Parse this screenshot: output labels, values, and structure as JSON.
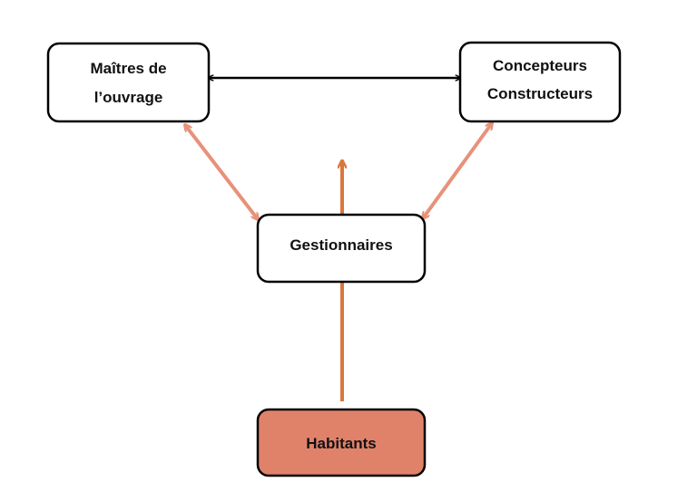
{
  "colors": {
    "background": "#ffffff",
    "box_border": "#000000",
    "box_fill": "#ffffff",
    "habitants_fill": "#e0826a",
    "black_arrow": "#000000",
    "salmon_arrow": "#e8917a",
    "orange_arrow": "#d9773d"
  },
  "nodes": {
    "maitres": {
      "line1": "Maîtres de",
      "line2": "l’ouvrage"
    },
    "concepteurs": {
      "line1": "Concepteurs",
      "line2": "Constructeurs"
    },
    "gestionnaires": {
      "label": "Gestionnaires"
    },
    "habitants": {
      "label": "Habitants"
    }
  }
}
